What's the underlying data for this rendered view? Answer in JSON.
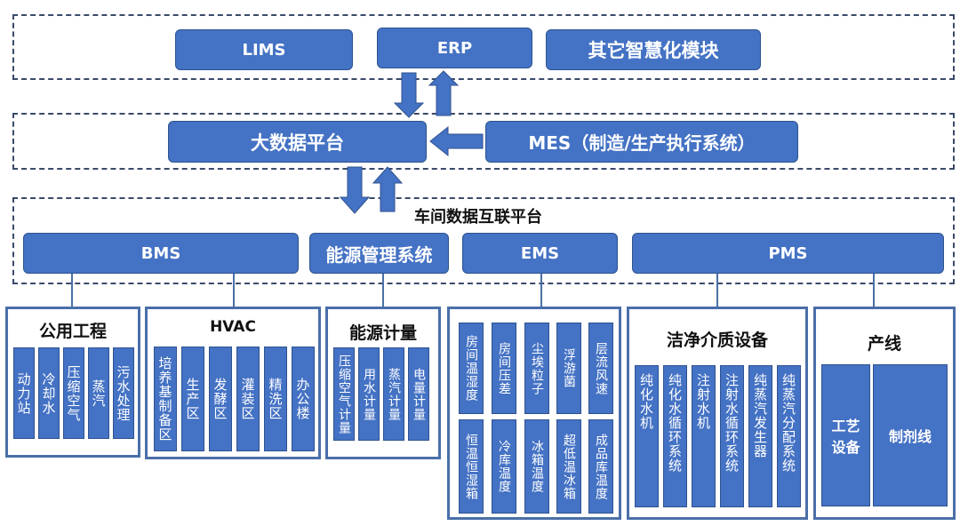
{
  "top": {
    "items": [
      "LIMS",
      "ERP",
      "其它智慧化模块"
    ]
  },
  "middle": {
    "bigdata": "大数据平台",
    "mes": "MES（制造/生产执行系统）"
  },
  "platform": {
    "label": "车间数据互联平台"
  },
  "systems": [
    "BMS",
    "能源管理系统",
    "EMS",
    "PMS"
  ],
  "panels": {
    "utility": {
      "title": "公用工程",
      "items": [
        "动力站",
        "冷却水",
        "压缩空气",
        "蒸汽",
        "污水处理"
      ]
    },
    "hvac": {
      "title": "HVAC",
      "items": [
        "培养基制备区",
        "生产区",
        "发酵区",
        "灌装区",
        "精洗区",
        "办公楼"
      ]
    },
    "energy": {
      "title": "能源计量",
      "items": [
        "压缩空气计量",
        "用水计量",
        "蒸汽计量",
        "电量计量"
      ]
    },
    "ems": {
      "row1": [
        "房间温湿度",
        "房间压差",
        "尘埃粒子",
        "浮游菌",
        "层流风速"
      ],
      "row2": [
        "恒温恒湿箱",
        "冷库温度",
        "冰箱温度",
        "超低温冰箱",
        "成品库温度"
      ]
    },
    "clean": {
      "title": "洁净介质设备",
      "items": [
        "纯化水机",
        "纯化水循环系统",
        "注射水机",
        "注射水循环系统",
        "纯蒸汽发生器",
        "纯蒸汽分配系统"
      ]
    },
    "line": {
      "title": "产线",
      "items": [
        "工艺设备",
        "制剂线"
      ]
    }
  }
}
